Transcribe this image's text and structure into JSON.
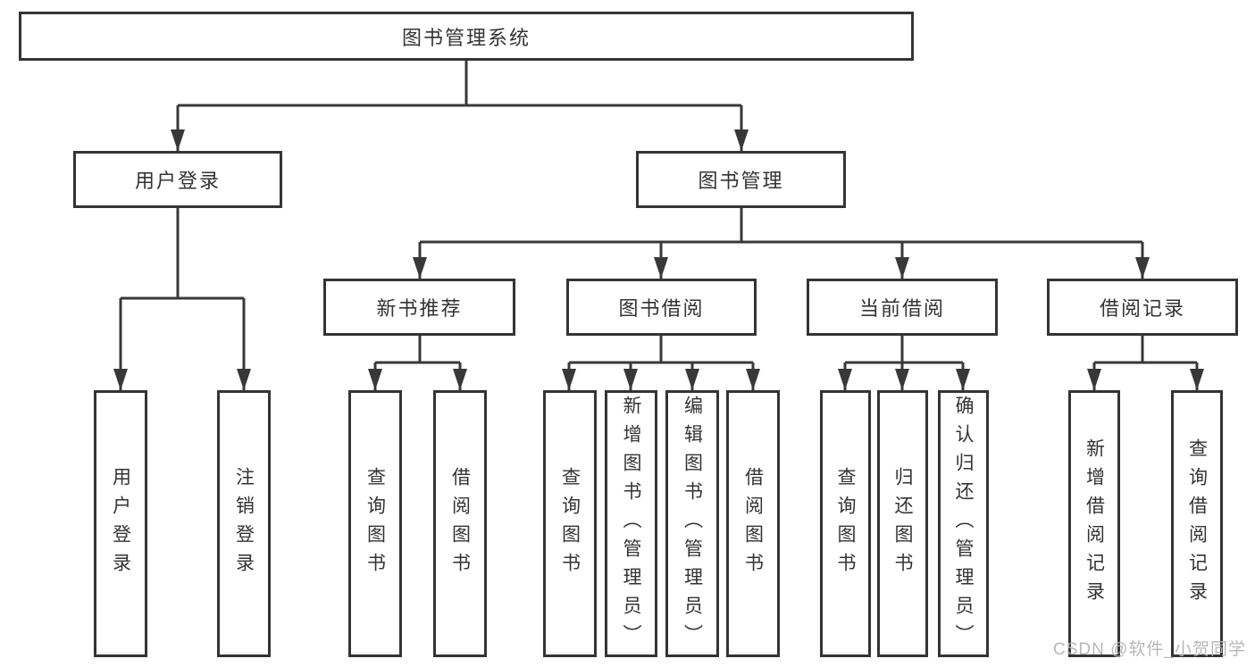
{
  "diagram": {
    "type": "hierarchy-diagram",
    "colors": {
      "background": "#ffffff",
      "line": "#383838",
      "box_border": "#343434",
      "text": "#333333",
      "watermark": "#b4b4b4"
    },
    "root": {
      "label": "图书管理系统"
    },
    "branches": [
      {
        "label": "用户登录",
        "children": [
          {
            "label": "用户登录"
          },
          {
            "label": "注销登录"
          }
        ]
      },
      {
        "label": "图书管理",
        "children": [
          {
            "label": "新书推荐",
            "children": [
              {
                "label": "查询图书"
              },
              {
                "label": "借阅图书"
              }
            ]
          },
          {
            "label": "图书借阅",
            "children": [
              {
                "label": "查询图书"
              },
              {
                "label": "新增图书（管理员）"
              },
              {
                "label": "编辑图书（管理员）"
              },
              {
                "label": "借阅图书"
              }
            ]
          },
          {
            "label": "当前借阅",
            "children": [
              {
                "label": "查询图书"
              },
              {
                "label": "归还图书"
              },
              {
                "label": "确认归还（管理员）"
              }
            ]
          },
          {
            "label": "借阅记录",
            "children": [
              {
                "label": "新增借阅记录"
              },
              {
                "label": "查询借阅记录"
              }
            ]
          }
        ]
      }
    ]
  },
  "watermark": {
    "text": "CSDN @软件_小贺同学"
  }
}
